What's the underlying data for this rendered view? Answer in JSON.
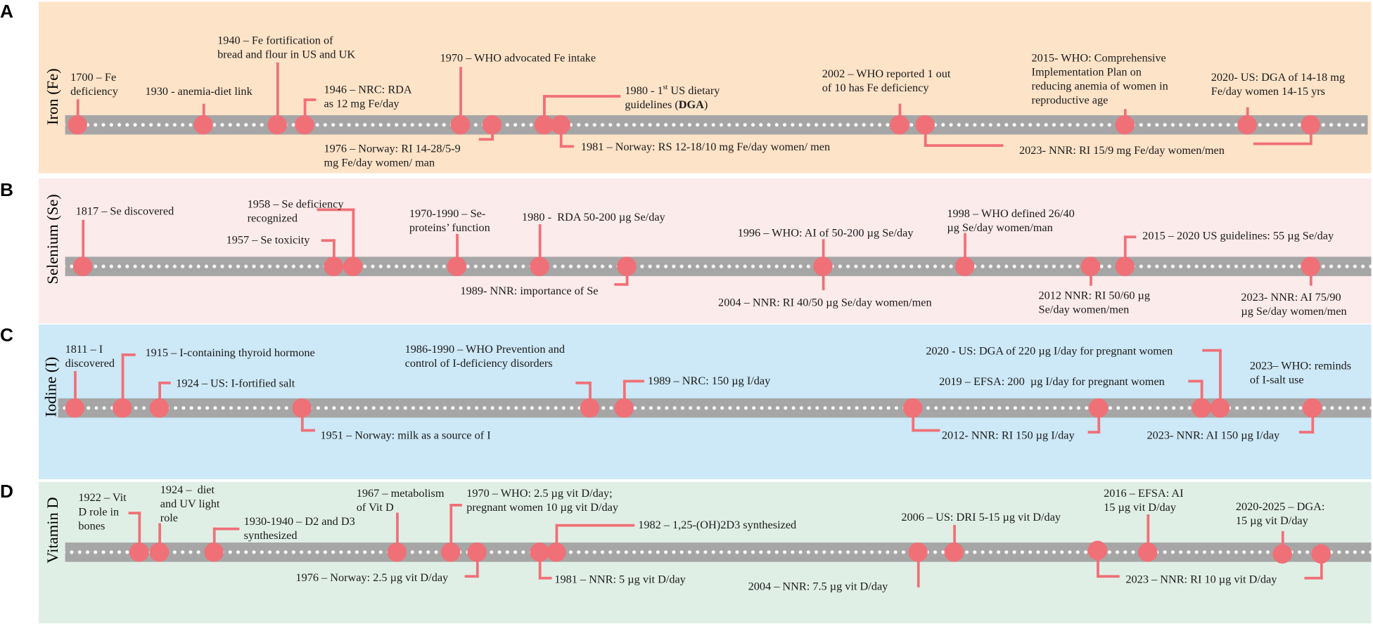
{
  "colors": {
    "marker": "#f07077",
    "track": "#a6a6a6",
    "panel_a": "#fde3c8",
    "panel_b": "#fcebeb",
    "panel_c": "#cde8f6",
    "panel_d": "#e0efe6"
  },
  "panels": [
    {
      "letter": "A",
      "title": "Iron (Fe)",
      "events": [
        {
          "text": "1700 – Fe deficiency",
          "html": "1700 – Fe<br>deficiency"
        },
        {
          "text": "1930 - anemia-diet link",
          "html": "1930 - anemia-diet link"
        },
        {
          "text": "1940 – Fe fortification of bread and flour in US and UK",
          "html": "1940 – Fe fortification of<br>bread and flour in US and UK"
        },
        {
          "text": "1946 – NRC: RDA as 12 mg Fe/day",
          "html": "1946 – NRC: RDA<br>as 12 mg Fe/day"
        },
        {
          "text": "1970 – WHO advocated Fe intake",
          "html": "1970 – WHO advocated Fe intake"
        },
        {
          "text": "1976 – Norway: RI 14-28/5-9 mg Fe/day women/ man",
          "html": "1976 – Norway: RI 14-28/5-9<br>mg Fe/day women/ man"
        },
        {
          "text": "1980 - 1st US dietary guidelines (DGA)",
          "html": "1980 - 1<sup>st</sup> US dietary<br>guidelines (<b>DGA</b>)"
        },
        {
          "text": "1981 – Norway: RS 12-18/10 mg Fe/day women/ men",
          "html": "1981 – Norway: RS 12-18/10 mg Fe/day women/ men"
        },
        {
          "text": "2002 – WHO reported 1 out of 10 has Fe deficiency",
          "html": "2002 – WHO reported 1 out<br>of 10 has Fe deficiency"
        },
        {
          "text": "2015- WHO: Comprehensive Implementation Plan on reducing anemia of women in reproductive age",
          "html": "2015- WHO: Comprehensive<br>Implementation Plan on<br>reducing anemia of women in<br>reproductive age"
        },
        {
          "text": "2020- US: DGA of 14-18 mg Fe/day women 14-15 yrs",
          "html": "2020- US: DGA of 14-18 mg<br>Fe/day women 14-15 yrs"
        },
        {
          "text": "2023- NNR: RI 15/9 mg Fe/day women/men",
          "html": "2023- NNR: RI 15/9 mg Fe/day women/men"
        }
      ]
    },
    {
      "letter": "B",
      "title": "Selenium (Se)",
      "events": [
        {
          "text": "1817 – Se discovered",
          "html": "1817 – Se discovered"
        },
        {
          "text": "1957 – Se toxicity",
          "html": "1957 – Se toxicity"
        },
        {
          "text": "1958 – Se deficiency recognized",
          "html": "1958 – Se deficiency<br>recognized"
        },
        {
          "text": "1970-1990 – Se-proteins' function",
          "html": "1970-1990 – Se-<br>proteins’ function"
        },
        {
          "text": "1980 - RDA 50-200 µg Se/day",
          "html": "1980 -&nbsp; RDA 50-200 µg Se/day"
        },
        {
          "text": "1989- NNR: importance of Se",
          "html": "1989- NNR: importance of Se"
        },
        {
          "text": "1996 – WHO: AI of 50-200 µg Se/day",
          "html": "1996 – WHO: AI of 50-200 µg Se/day"
        },
        {
          "text": "2004 – NNR: RI 40/50 µg Se/day women/men",
          "html": "2004 – NNR: RI 40/50 µg Se/day women/men"
        },
        {
          "text": "1998 – WHO defined 26/40 µg Se/day women/man",
          "html": "1998 – WHO defined 26/40<br>µg Se/day women/man"
        },
        {
          "text": "2012 NNR: RI 50/60 µg Se/day women/men",
          "html": "2012 NNR: RI 50/60 µg<br>Se/day women/men"
        },
        {
          "text": "2015 – 2020 US guidelines: 55 µg Se/day",
          "html": "2015 – 2020 US guidelines: 55 µg Se/day"
        },
        {
          "text": "2023- NNR: AI 75/90 µg Se/day women/men",
          "html": "2023- NNR: AI 75/90<br>µg Se/day women/men"
        }
      ]
    },
    {
      "letter": "C",
      "title": "Iodine (I)",
      "events": [
        {
          "text": "1811 – I discovered",
          "html": "1811 – I<br>discovered"
        },
        {
          "text": "1915 – I-containing thyroid hormone",
          "html": "1915 – I-containing thyroid hormone"
        },
        {
          "text": "1924 – US: I-fortified salt",
          "html": "1924 – US: I-fortified salt"
        },
        {
          "text": "1951 – Norway: milk as a source of I",
          "html": "1951 – Norway: milk as a source of I"
        },
        {
          "text": "1986-1990 – WHO Prevention and control of I-deficiency disorders",
          "html": "1986-1990 – WHO Prevention and<br>control of I-deficiency disorders"
        },
        {
          "text": "1989 – NRC: 150 µg I/day",
          "html": "1989 – NRC: 150 µg I/day"
        },
        {
          "text": "2012- NNR: RI 150 µg I/day",
          "html": "2012- NNR: RI 150 µg I/day"
        },
        {
          "text": "2019 – EFSA: 200 µg I/day for pregnant women",
          "html": "2019 – EFSA: 200&nbsp; µg I/day for pregnant women"
        },
        {
          "text": "2020 - US: DGA of 220 µg I/day for pregnant women",
          "html": "2020 - US: DGA of 220 µg I/day for pregnant women"
        },
        {
          "text": "2023– WHO: reminds of I-salt use",
          "html": "2023– WHO: reminds<br>of I-salt use"
        },
        {
          "text": "2023- NNR: AI 150 µg I/day",
          "html": "2023- NNR: AI 150 µg I/day"
        }
      ]
    },
    {
      "letter": "D",
      "title": "Vitamin D",
      "events": [
        {
          "text": "1922 – Vit D role in bones",
          "html": "1922 – Vit<br>D role in<br>bones"
        },
        {
          "text": "1924 – diet and UV light role",
          "html": "1924 –&nbsp; diet<br>and UV light<br>role"
        },
        {
          "text": "1930-1940 – D2 and D3 synthesized",
          "html": "1930-1940 – D2 and D3<br>synthesized"
        },
        {
          "text": "1967 – metabolism of Vit D",
          "html": "1967 – metabolism<br>of Vit D"
        },
        {
          "text": "1970 – WHO: 2.5 µg vit D/day; pregnant women 10 µg vit D/day",
          "html": "1970 – WHO: 2.5 µg vit D/day;<br>pregnant women 10 µg vit D/day"
        },
        {
          "text": "1976 – Norway: 2.5 µg vit D/day",
          "html": "1976 – Norway: 2.5 µg vit D/day"
        },
        {
          "text": "1981 – NNR: 5 µg vit D/day",
          "html": "1981 – NNR: 5 µg vit D/day"
        },
        {
          "text": "1982 – 1,25-(OH)2D3 synthesized",
          "html": "1982 – 1,25-(OH)2D3 synthesized"
        },
        {
          "text": "2004 – NNR: 7.5 µg vit D/day",
          "html": "2004 – NNR: 7.5 µg vit D/day"
        },
        {
          "text": "2006 – US: DRI 5-15 µg vit D/day",
          "html": "2006 – US: DRI 5-15 µg vit D/day"
        },
        {
          "text": "2016 – EFSA: AI 15 µg vit D/day",
          "html": "2016 – EFSA: AI<br>15 µg vit D/day"
        },
        {
          "text": "2023 – NNR: RI 10 µg vit D/day",
          "html": "2023 – NNR: RI 10 µg vit D/day"
        },
        {
          "text": "2020-2025 – DGA: 15 µg vit D/day",
          "html": "2020-2025 – DGA:<br>15 µg vit D/day"
        }
      ]
    }
  ]
}
